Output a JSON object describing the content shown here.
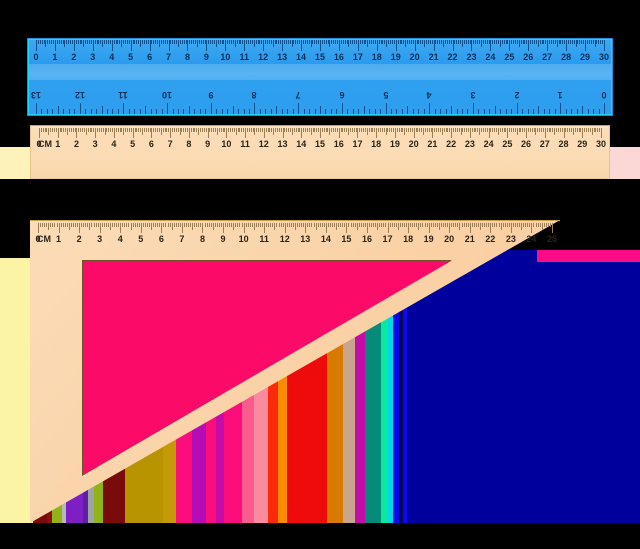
{
  "scene": {
    "title": "Rulers and set square",
    "background_color": "#000000"
  },
  "blue_ruler": {
    "name": "blue plastic ruler",
    "body_color": "#2fa0ef",
    "edge_color": "#25d3ff",
    "tick_color": "#10518f",
    "label_color": "#0c2f57",
    "top_scale": {
      "unit": "cm",
      "orientation": "upright",
      "min": 0,
      "max": 30,
      "labels": [
        "0",
        "1",
        "2",
        "3",
        "4",
        "5",
        "6",
        "7",
        "8",
        "9",
        "10",
        "11",
        "12",
        "13",
        "14",
        "15",
        "16",
        "17",
        "18",
        "19",
        "20",
        "21",
        "22",
        "23",
        "24",
        "25",
        "26",
        "27",
        "28",
        "29",
        "30"
      ]
    },
    "bottom_scale": {
      "unit": "in",
      "orientation": "upside-down",
      "min": 0,
      "max": 13,
      "labels": [
        "13",
        "12",
        "11",
        "10",
        "9",
        "8",
        "7",
        "6",
        "5",
        "4",
        "3",
        "2",
        "1",
        "0"
      ]
    }
  },
  "tan_ruler": {
    "name": "wooden ruler",
    "body_color": "#fbdcb6",
    "tick_color": "#9d7f55",
    "label_color": "#2c2419",
    "unit_mark": "CM",
    "scale": {
      "unit": "cm",
      "min": 0,
      "max": 30,
      "labels": [
        "0",
        "1",
        "2",
        "3",
        "4",
        "5",
        "6",
        "7",
        "8",
        "9",
        "10",
        "11",
        "12",
        "13",
        "14",
        "15",
        "16",
        "17",
        "18",
        "19",
        "20",
        "21",
        "22",
        "23",
        "24",
        "25",
        "26",
        "27",
        "28",
        "29",
        "30"
      ]
    }
  },
  "set_square": {
    "name": "triangular set square",
    "body_color": "#fad2a7",
    "cutout_color": "#fc0a68",
    "unit_mark": "CM",
    "scale": {
      "unit": "cm",
      "min": 0,
      "max": 26,
      "labels": [
        "0",
        "1",
        "2",
        "3",
        "4",
        "5",
        "6",
        "7",
        "8",
        "9",
        "10",
        "11",
        "12",
        "13",
        "14",
        "15",
        "16",
        "17",
        "18",
        "19",
        "20",
        "21",
        "22",
        "23",
        "24",
        "25"
      ]
    }
  },
  "backdrop": {
    "yellow": "#fbf4a4",
    "pale_pink": "#fbd7d5",
    "magenta": "#fc0a87",
    "navy": "#00009c",
    "stripes": [
      {
        "color": "#7a0b0b",
        "width": 14
      },
      {
        "color": "#8a0f0f",
        "width": 5
      },
      {
        "color": "#8fb319",
        "width": 10
      },
      {
        "color": "#b8b8b8",
        "width": 4
      },
      {
        "color": "#7d1fc4",
        "width": 17
      },
      {
        "color": "#5f1f9e",
        "width": 5
      },
      {
        "color": "#9fa3a3",
        "width": 6
      },
      {
        "color": "#8fb319",
        "width": 9
      },
      {
        "color": "#7a0b0b",
        "width": 22
      },
      {
        "color": "#b89400",
        "width": 38
      },
      {
        "color": "#c49a08",
        "width": 13
      },
      {
        "color": "#fb0e7c",
        "width": 16
      },
      {
        "color": "#b50cb5",
        "width": 14
      },
      {
        "color": "#fb0e7c",
        "width": 10
      },
      {
        "color": "#c40ca8",
        "width": 8
      },
      {
        "color": "#fb0e7c",
        "width": 18
      },
      {
        "color": "#fb5a8e",
        "width": 12
      },
      {
        "color": "#f98aa0",
        "width": 14
      },
      {
        "color": "#fa2a0a",
        "width": 10
      },
      {
        "color": "#fb8b00",
        "width": 9
      },
      {
        "color": "#ee0b0b",
        "width": 40
      },
      {
        "color": "#d77a00",
        "width": 16
      },
      {
        "color": "#c9a58f",
        "width": 12
      },
      {
        "color": "#c40ca8",
        "width": 10
      },
      {
        "color": "#048b7a",
        "width": 16
      },
      {
        "color": "#0ce8a0",
        "width": 7
      },
      {
        "color": "#00d8e8",
        "width": 5
      },
      {
        "color": "#0a0ae8",
        "width": 6
      },
      {
        "color": "#050560",
        "width": 4
      },
      {
        "color": "#0a0ae8",
        "width": 4
      },
      {
        "color": "#00009c",
        "width": 130
      }
    ]
  }
}
